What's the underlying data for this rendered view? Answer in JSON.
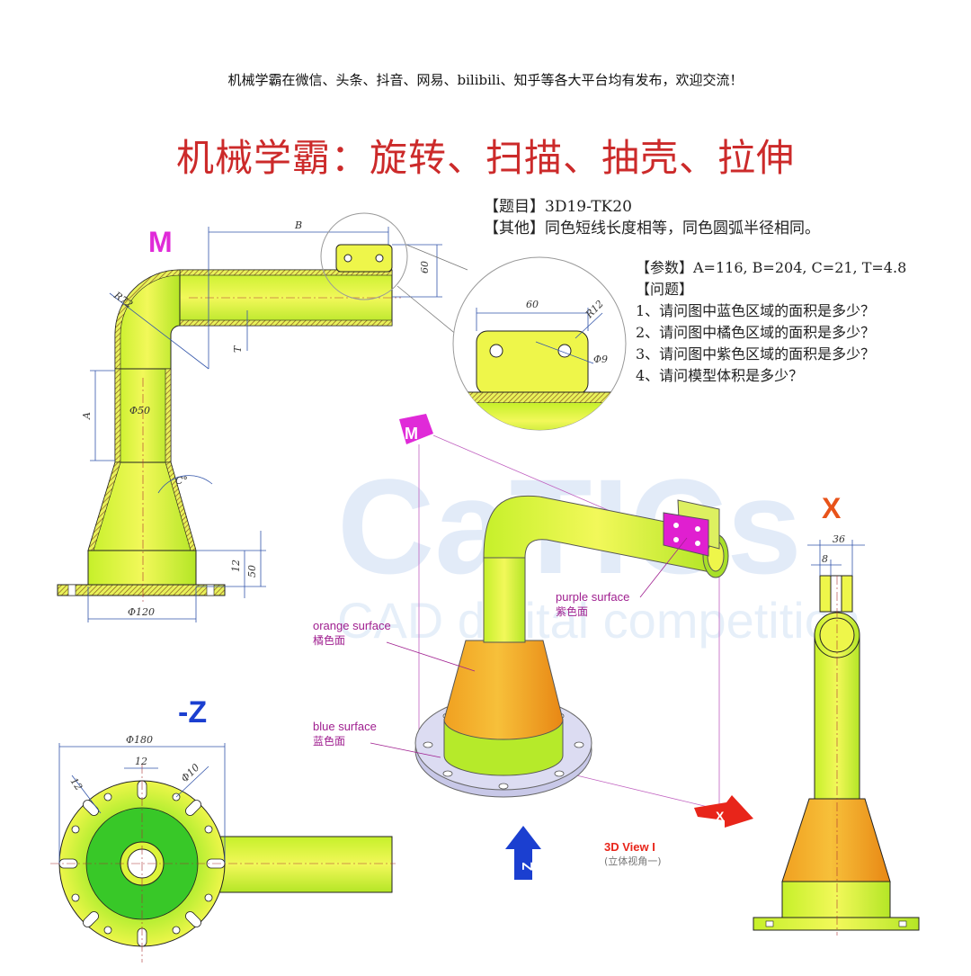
{
  "banner": "机械学霸在微信、头条、抖音、网易、bilibili、知乎等各大平台均有发布，欢迎交流！",
  "title": "机械学霸：旋转、扫描、抽壳、拉伸",
  "info": {
    "topic": "【题目】3D19-TK20",
    "other": "【其他】同色短线长度相等，同色圆弧半径相同。",
    "params": "【参数】A=116, B=204, C=21, T=4.8",
    "questions_header": "【问题】",
    "questions": [
      "1、请问图中蓝色区域的面积是多少？",
      "2、请问图中橘色区域的面积是多少？",
      "3、请问图中紫色区域的面积是多少？",
      "4、请问模型体积是多少？"
    ]
  },
  "views": {
    "m": "M",
    "neg_z": "-Z",
    "x": "X",
    "m_box": "M",
    "z_arrow": "Z",
    "x_arrow": "X"
  },
  "dims": {
    "B": "B",
    "d60_top": "60",
    "r72": "R72",
    "T": "T",
    "A": "A",
    "phi50": "Φ50",
    "C": "C°",
    "d12": "12",
    "d50": "50",
    "phi120": "Φ120",
    "detail_60": "60",
    "r12": "R12",
    "phi9": "Φ9",
    "phi180": "Φ180",
    "z12a": "12",
    "z12b": "12",
    "phi10": "Φ10",
    "x36": "36",
    "x8": "8"
  },
  "labels": {
    "purple_en": "purple surface",
    "purple_cn": "紫色面",
    "orange_en": "orange surface",
    "orange_cn": "橘色面",
    "blue_en": "blue surface",
    "blue_cn": "蓝色面",
    "view3d": "3D View I",
    "view3d_cn": "(立体视角一)"
  },
  "watermark": {
    "big": "CaTICs",
    "small": "CAD digital competition"
  },
  "colors": {
    "part_green": "#c6f02a",
    "part_yellow": "#eef64a",
    "orange": "#f39a1a",
    "purple": "#e01fd0",
    "blue_face": "#c8c8e8",
    "title_red": "#cc2a2a",
    "magenta_text": "#e02ad8",
    "view_blue": "#1b3fd0",
    "x_orange": "#e8531a"
  }
}
